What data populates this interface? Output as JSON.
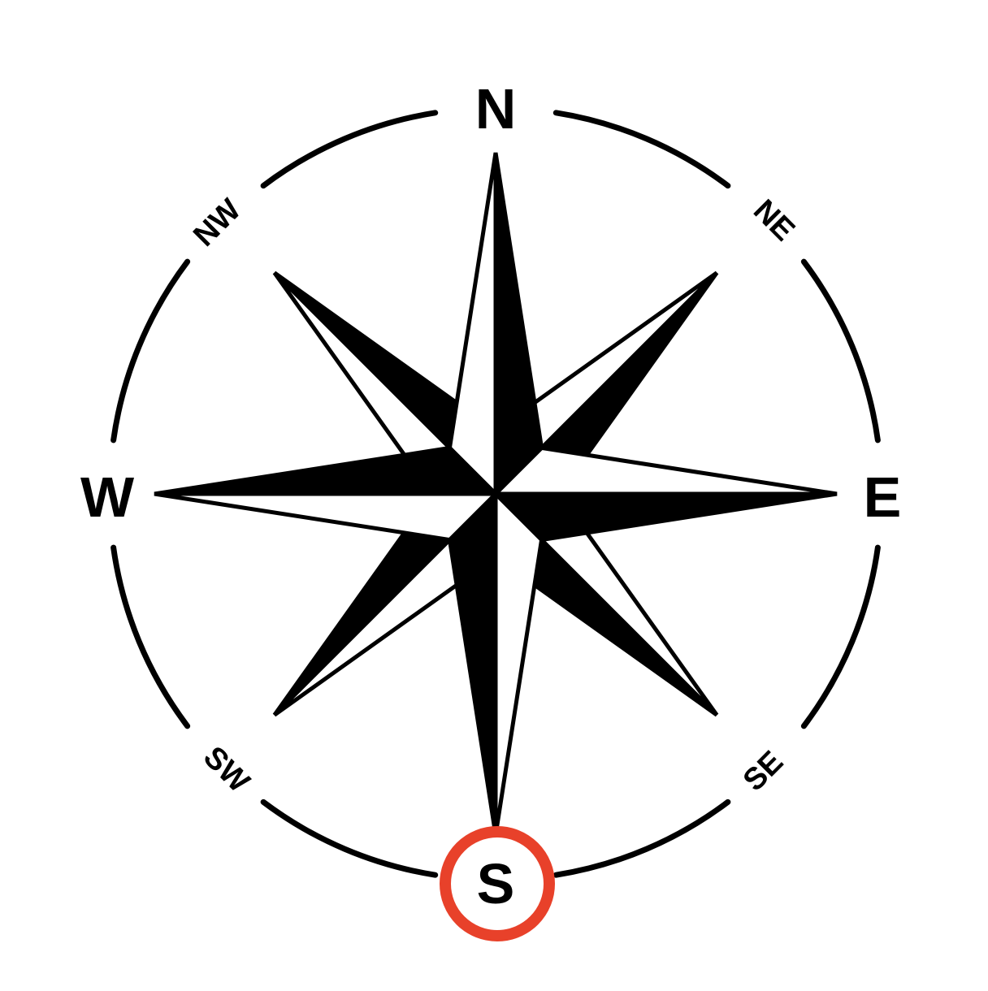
{
  "compass": {
    "directions": {
      "n": "N",
      "ne": "NE",
      "e": "E",
      "se": "SE",
      "s": "S",
      "sw": "SW",
      "w": "W",
      "nw": "NW"
    },
    "highlighted_direction": "S",
    "colors": {
      "ink": "#000000",
      "background": "#ffffff",
      "highlight": "#e8412a"
    }
  }
}
